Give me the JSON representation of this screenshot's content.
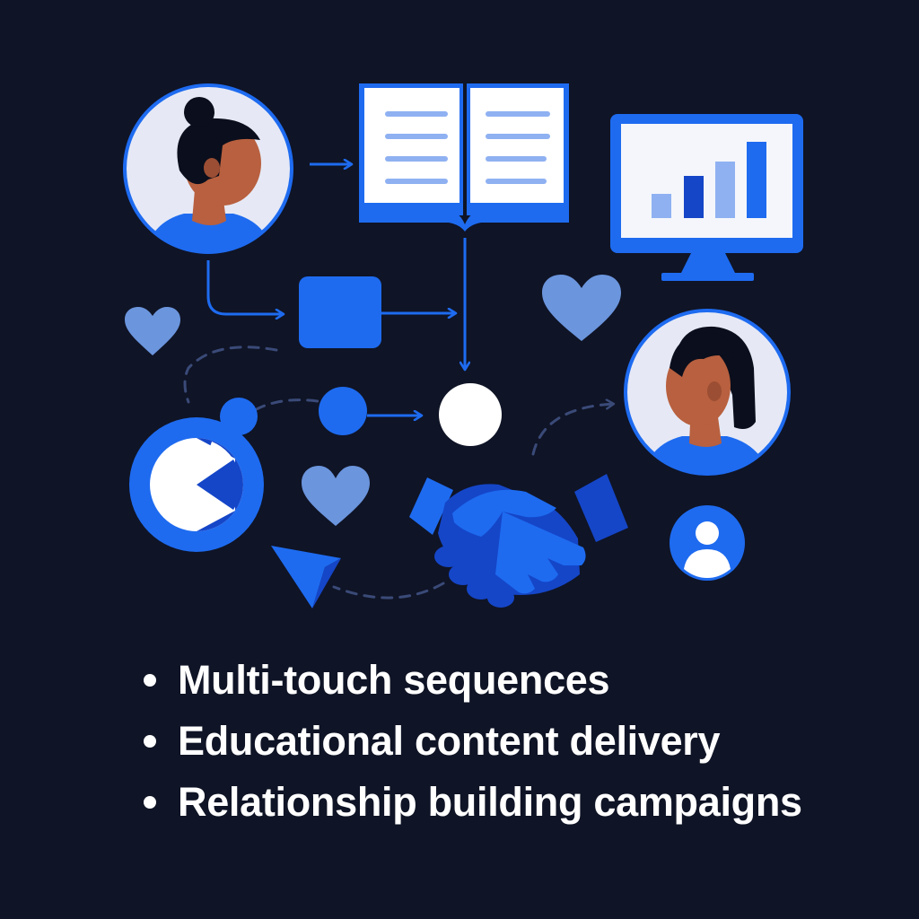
{
  "colors": {
    "background": "#0f1426",
    "blue": "#1e6bf0",
    "blue_dark": "#1546c8",
    "blue_light": "#8fb1f2",
    "heart": "#6b95dd",
    "skin": "#b8603f",
    "hair": "#0b0e1c",
    "avatar_bg": "#e6e9f5",
    "white": "#ffffff",
    "dash": "#3a4a78"
  },
  "icons": [
    "avatar-woman-bun-icon",
    "open-book-icon",
    "monitor-bar-chart-icon",
    "heart-icon",
    "square-node-icon",
    "circle-node-icon",
    "clock-pie-icon",
    "handshake-icon",
    "avatar-woman-long-hair-icon",
    "user-profile-icon",
    "cursor-arrow-icon"
  ],
  "bullets": [
    {
      "text": "Multi-touch sequences"
    },
    {
      "text": "Educational content delivery"
    },
    {
      "text": "Relationship building campaigns"
    }
  ]
}
